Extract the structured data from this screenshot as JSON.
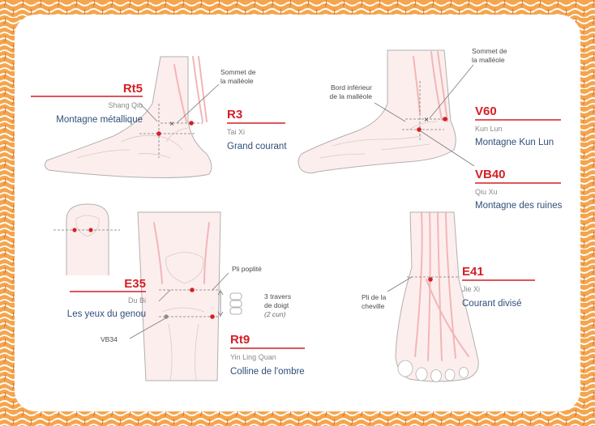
{
  "colors": {
    "border_orange": "#e8892c",
    "accent_red": "#d41f26",
    "text_blue": "#2f4f7a",
    "muscle_pink": "#f2b6b6"
  },
  "points": {
    "rt5": {
      "code": "Rt5",
      "pinyin": "Shang Qiu",
      "name": "Montagne métallique"
    },
    "r3": {
      "code": "R3",
      "pinyin": "Tai Xi",
      "name": "Grand courant"
    },
    "v60": {
      "code": "V60",
      "pinyin": "Kun Lun",
      "name": "Montagne Kun Lun"
    },
    "vb40": {
      "code": "VB40",
      "pinyin": "Qiu Xu",
      "name": "Montagne des ruines"
    },
    "e35": {
      "code": "E35",
      "pinyin": "Du Bi",
      "name": "Les yeux du genou"
    },
    "rt9": {
      "code": "Rt9",
      "pinyin": "Yin Ling Quan",
      "name": "Colline de l'ombre"
    },
    "e41": {
      "code": "E41",
      "pinyin": "Jie Xi",
      "name": "Courant divisé"
    }
  },
  "annotations": {
    "sommet_left": [
      "Sommet de",
      "la malléole"
    ],
    "sommet_right": [
      "Sommet de",
      "la malléole"
    ],
    "bord_inferieur": [
      "Bord inférieur",
      "de la malléole"
    ],
    "pli_poplite": "Pli poplité",
    "travers": [
      "3 travers",
      "de doigt"
    ],
    "cun": "(2 cun)",
    "vb34": "VB34",
    "pli_cheville": [
      "Pli de la",
      "cheville"
    ]
  }
}
